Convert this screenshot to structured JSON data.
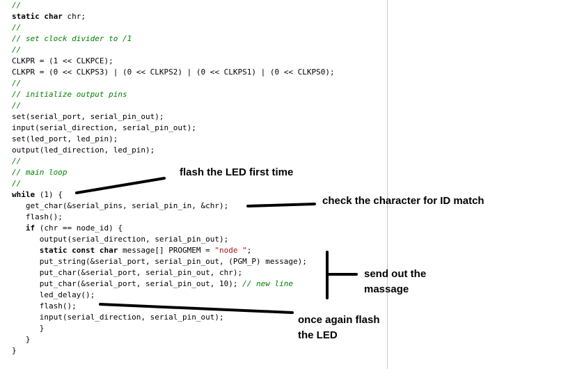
{
  "code": {
    "lines": [
      [
        {
          "t": "//",
          "c": "cm"
        }
      ],
      [
        {
          "t": "static char",
          "c": "kw"
        },
        {
          "t": " chr;",
          "c": ""
        }
      ],
      [
        {
          "t": "//",
          "c": "cm"
        }
      ],
      [
        {
          "t": "// set clock divider to /1",
          "c": "cm"
        }
      ],
      [
        {
          "t": "//",
          "c": "cm"
        }
      ],
      [
        {
          "t": "CLKPR = (1 << CLKPCE);",
          "c": ""
        }
      ],
      [
        {
          "t": "CLKPR = (0 << CLKPS3) | (0 << CLKPS2) | (0 << CLKPS1) | (0 << CLKPS0);",
          "c": ""
        }
      ],
      [
        {
          "t": "//",
          "c": "cm"
        }
      ],
      [
        {
          "t": "// initialize output pins",
          "c": "cm"
        }
      ],
      [
        {
          "t": "//",
          "c": "cm"
        }
      ],
      [
        {
          "t": "set(serial_port, serial_pin_out);",
          "c": ""
        }
      ],
      [
        {
          "t": "input(serial_direction, serial_pin_out);",
          "c": ""
        }
      ],
      [
        {
          "t": "set(led_port, led_pin);",
          "c": ""
        }
      ],
      [
        {
          "t": "output(led_direction, led_pin);",
          "c": ""
        }
      ],
      [
        {
          "t": "//",
          "c": "cm"
        }
      ],
      [
        {
          "t": "// main loop",
          "c": "cm"
        }
      ],
      [
        {
          "t": "//",
          "c": "cm"
        }
      ],
      [
        {
          "t": "while",
          "c": "kw"
        },
        {
          "t": " (1) {",
          "c": ""
        }
      ],
      [
        {
          "t": "   get_char(&serial_pins, serial_pin_in, &chr);",
          "c": ""
        }
      ],
      [
        {
          "t": "   flash();",
          "c": ""
        }
      ],
      [
        {
          "t": "   ",
          "c": ""
        },
        {
          "t": "if",
          "c": "kw"
        },
        {
          "t": " (chr == node_id) {",
          "c": ""
        }
      ],
      [
        {
          "t": "      output(serial_direction, serial_pin_out);",
          "c": ""
        }
      ],
      [
        {
          "t": "      ",
          "c": ""
        },
        {
          "t": "static const char",
          "c": "kw"
        },
        {
          "t": " message[] PROGMEM = ",
          "c": ""
        },
        {
          "t": "\"node \"",
          "c": "str"
        },
        {
          "t": ";",
          "c": ""
        }
      ],
      [
        {
          "t": "      put_string(&serial_port, serial_pin_out, (PGM_P) message);",
          "c": ""
        }
      ],
      [
        {
          "t": "      put_char(&serial_port, serial_pin_out, chr);",
          "c": ""
        }
      ],
      [
        {
          "t": "      put_char(&serial_port, serial_pin_out, 10); ",
          "c": ""
        },
        {
          "t": "// new line",
          "c": "cm"
        }
      ],
      [
        {
          "t": "      led_delay();",
          "c": ""
        }
      ],
      [
        {
          "t": "      flash();",
          "c": ""
        }
      ],
      [
        {
          "t": "      input(serial_direction, serial_pin_out);",
          "c": ""
        }
      ],
      [
        {
          "t": "      }",
          "c": ""
        }
      ],
      [
        {
          "t": "   }",
          "c": ""
        }
      ],
      [
        {
          "t": "}",
          "c": ""
        }
      ]
    ]
  },
  "annotations": {
    "flash_first": "flash the LED first time",
    "check_char": "check the character for ID match",
    "send_out_1": "send out the",
    "send_out_2": "massage",
    "flash_again_1": "once again flash",
    "flash_again_2": "the LED"
  },
  "colors": {
    "comment": "#008000",
    "string": "#a31515",
    "divider": "#c8c8c8",
    "annotation_stroke": "#000000"
  }
}
